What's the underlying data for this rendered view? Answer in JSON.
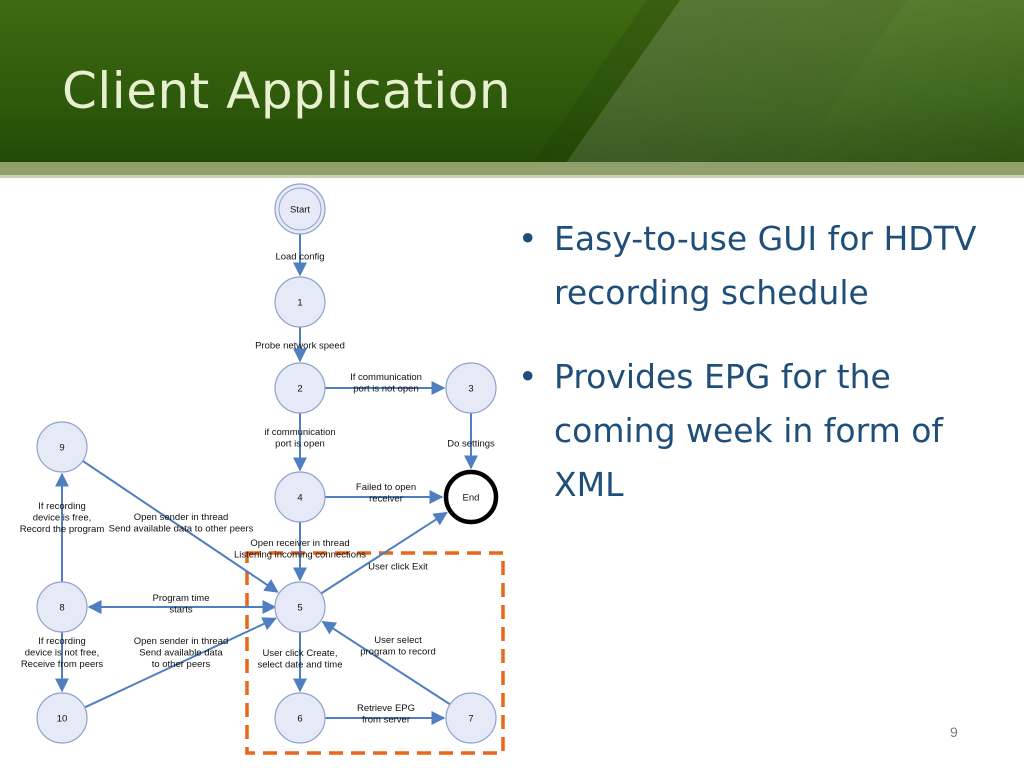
{
  "title": "Client Application",
  "bullets": [
    "Easy-to-use GUI for HDTV recording schedule",
    "Provides EPG for the coming week in form of XML"
  ],
  "page_number": "9",
  "colors": {
    "header_green": "#2f5a0b",
    "node_fill": "#e6eaf6",
    "node_stroke": "#8fa2cc",
    "arrow": "#4f7fc0",
    "highlight_dash": "#e8671a",
    "bullet_text": "#1f4e79"
  },
  "diagram": {
    "nodes": [
      {
        "id": "start",
        "label": "Start"
      },
      {
        "id": "n1",
        "label": "1"
      },
      {
        "id": "n2",
        "label": "2"
      },
      {
        "id": "n3",
        "label": "3"
      },
      {
        "id": "n4",
        "label": "4"
      },
      {
        "id": "end",
        "label": "End"
      },
      {
        "id": "n5",
        "label": "5"
      },
      {
        "id": "n6",
        "label": "6"
      },
      {
        "id": "n7",
        "label": "7"
      },
      {
        "id": "n8",
        "label": "8"
      },
      {
        "id": "n9",
        "label": "9"
      },
      {
        "id": "n10",
        "label": "10"
      }
    ],
    "edges": [
      {
        "from": "start",
        "to": "n1",
        "label": [
          "Load config"
        ]
      },
      {
        "from": "n1",
        "to": "n2",
        "label": [
          "Probe network speed"
        ]
      },
      {
        "from": "n2",
        "to": "n3",
        "label": [
          "If communication",
          "port is not open"
        ]
      },
      {
        "from": "n3",
        "to": "end",
        "label": [
          "Do settings"
        ]
      },
      {
        "from": "n2",
        "to": "n4",
        "label": [
          "if communication",
          "port is open"
        ]
      },
      {
        "from": "n4",
        "to": "end",
        "label": [
          "Failed to open",
          "receiver"
        ]
      },
      {
        "from": "n4",
        "to": "n5",
        "label": [
          "Open receiver in thread",
          "Listening incoming connections"
        ]
      },
      {
        "from": "n5",
        "to": "end",
        "label": [
          "User click Exit"
        ]
      },
      {
        "from": "n5",
        "to": "n8",
        "label": [
          "Program time",
          "starts"
        ]
      },
      {
        "from": "n9",
        "to": "n5",
        "label": [
          "Open sender in thread",
          "Send available data to other peers"
        ]
      },
      {
        "from": "n10",
        "to": "n5",
        "label": [
          "Open sender in thread",
          "Send available data",
          "to other peers"
        ]
      },
      {
        "from": "n8",
        "to": "n9",
        "label": [
          "If recording",
          "device is free,",
          "Record the program"
        ]
      },
      {
        "from": "n8",
        "to": "n10",
        "label": [
          "If recording",
          "device is not free,",
          "Receive from peers"
        ]
      },
      {
        "from": "n5",
        "to": "n6",
        "label": [
          "User click Create,",
          "select date and time"
        ]
      },
      {
        "from": "n6",
        "to": "n7",
        "label": [
          "Retrieve EPG",
          "from server"
        ]
      },
      {
        "from": "n7",
        "to": "n5",
        "label": [
          "User select",
          "program to record"
        ]
      }
    ]
  }
}
